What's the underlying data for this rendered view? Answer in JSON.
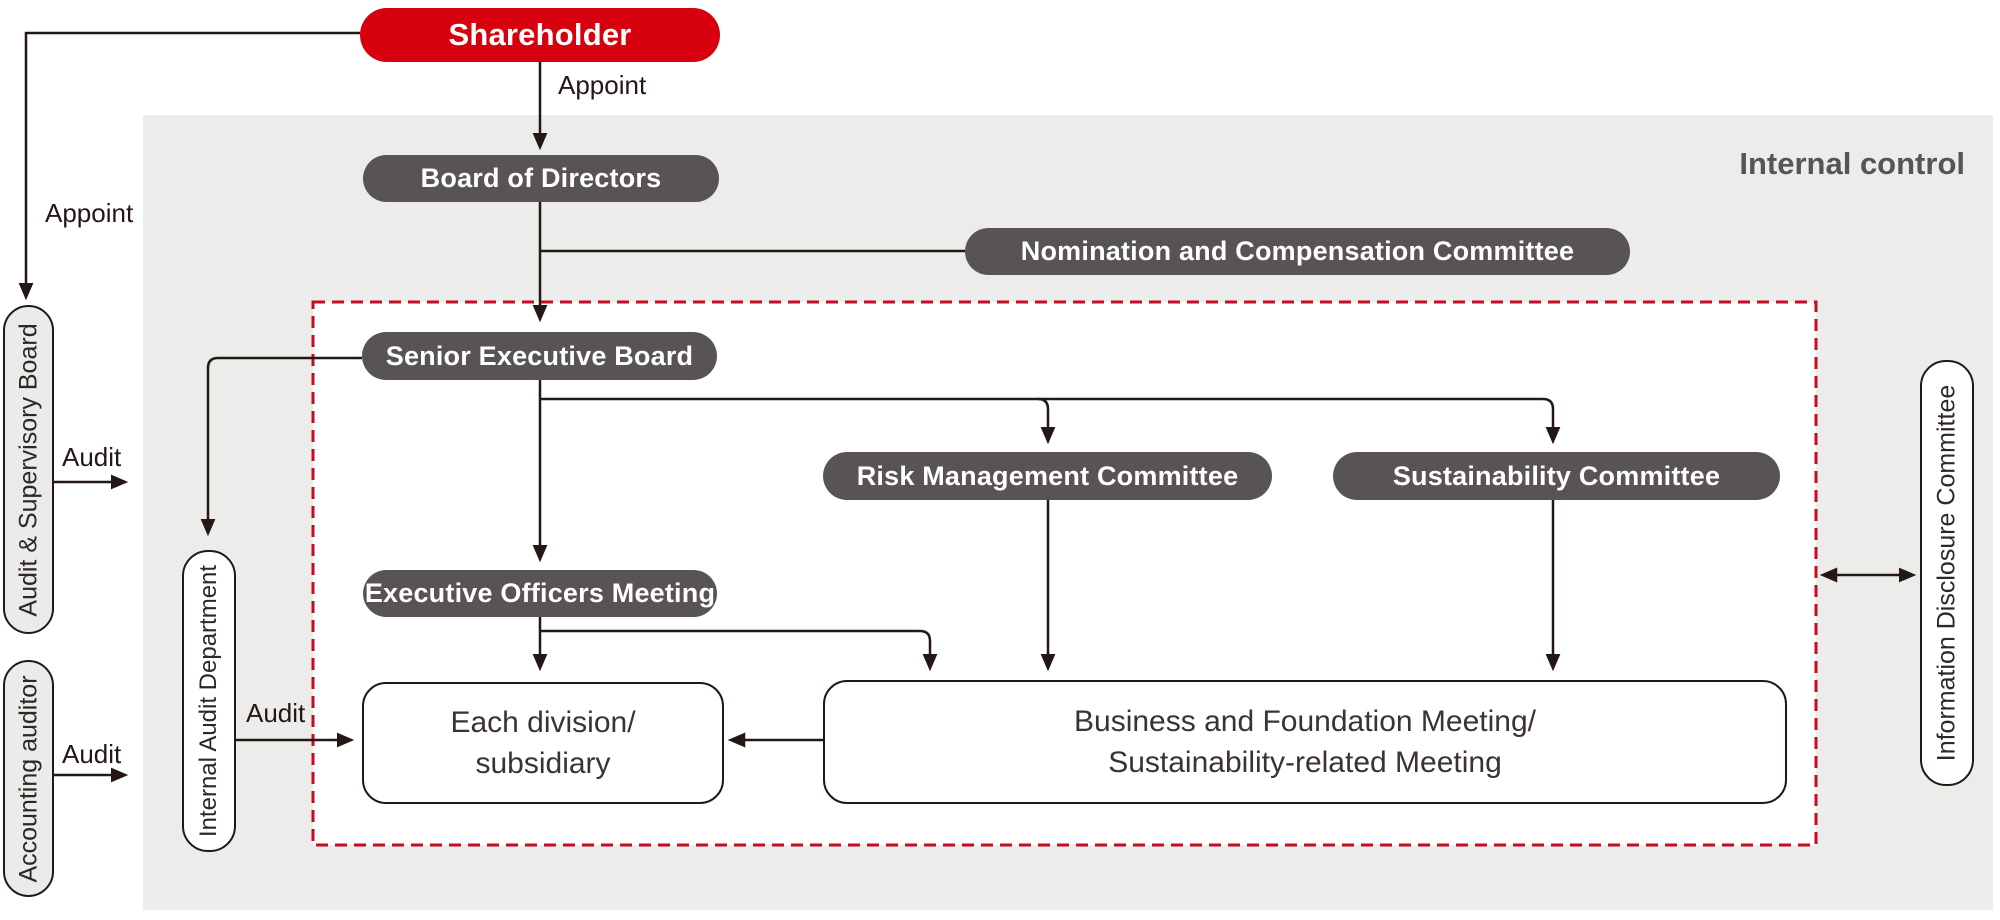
{
  "title": "Internal control",
  "nodes": {
    "shareholder": "Shareholder",
    "board_of_directors": "Board of Directors",
    "nomination_committee": "Nomination and Compensation Committee",
    "senior_executive_board": "Senior Executive Board",
    "risk_management_committee": "Risk Management Committee",
    "sustainability_committee": "Sustainability Committee",
    "executive_officers_meeting": "Executive Officers Meeting",
    "each_division": {
      "line1": "Each division/",
      "line2": "subsidiary"
    },
    "business_meeting": {
      "line1": "Business and Foundation Meeting/",
      "line2": "Sustainability-related Meeting"
    },
    "audit_supervisory_board": "Audit & Supervisory Board",
    "accounting_auditor": "Accounting auditor",
    "internal_audit_department": "Internal Audit Department",
    "information_disclosure_committee": "Information Disclosure Committee"
  },
  "edge_labels": {
    "appoint_to_board": "Appoint",
    "appoint_to_audit_supervisory_board": "Appoint",
    "audit_by_supervisory_board": "Audit",
    "audit_by_accounting_auditor": "Audit",
    "audit_by_internal_audit": "Audit"
  },
  "colors": {
    "accent_red": "#d6000f",
    "dashed_red": "#c30d23",
    "pill_gray": "#595454",
    "bg_gray": "#ececeb",
    "line_black": "#231815",
    "box_text": "#3a3331"
  }
}
